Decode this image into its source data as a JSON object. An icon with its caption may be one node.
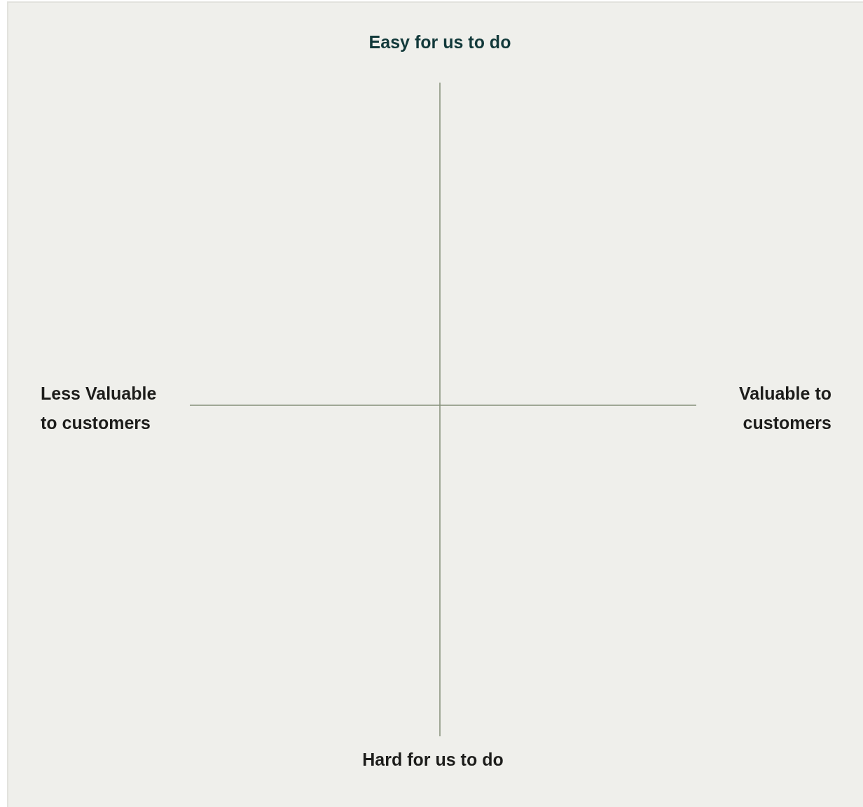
{
  "diagram": {
    "labels": [
      "Easy for us to do",
      "Less Valuable to customers",
      "Valuable to customers",
      "Hard for us to do"
    ]
  }
}
